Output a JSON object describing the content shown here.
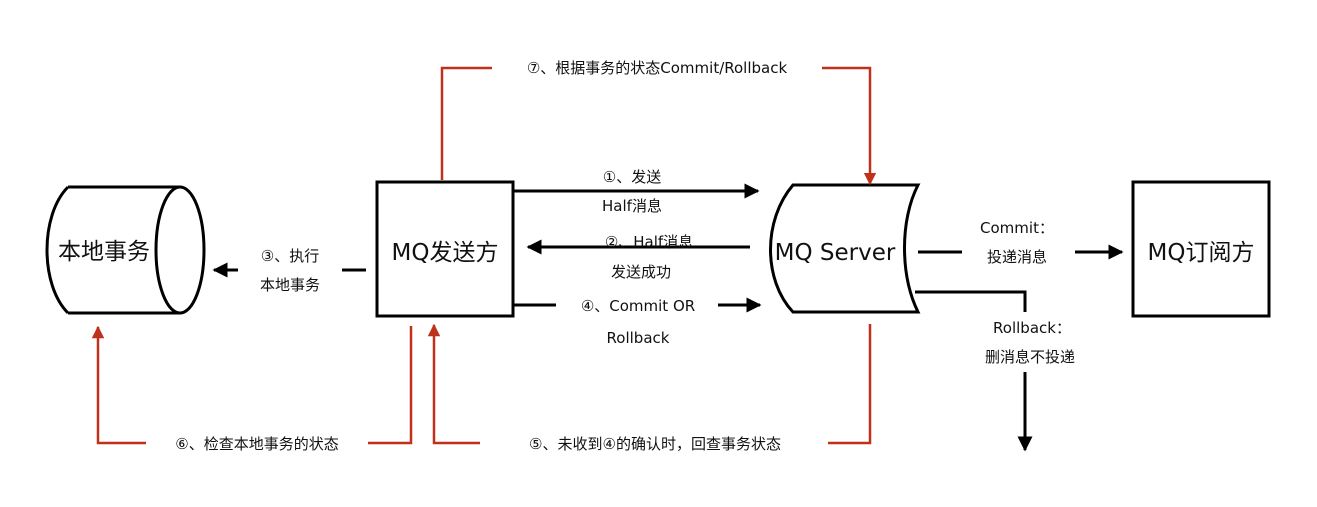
{
  "nodes": {
    "local_tx": "本地事务",
    "producer": "MQ发送方",
    "server": "MQ Server",
    "consumer": "MQ订阅方"
  },
  "steps": {
    "s1_line1": "①、发送",
    "s1_line2": "Half消息",
    "s2_line1": "②、Half消息",
    "s2_line2": "发送成功",
    "s3_line1": "③、执行",
    "s3_line2": "本地事务",
    "s4_line1": "④、Commit OR",
    "s4_line2": "Rollback",
    "s5": "⑤、未收到④的确认时，回查事务状态",
    "s6": "⑥、检查本地事务的状态",
    "s7": "⑦、根据事务的状态Commit/Rollback"
  },
  "outcomes": {
    "commit_line1": "Commit：",
    "commit_line2": "投递消息",
    "rollback_line1": "Rollback：",
    "rollback_line2": "删消息不投递"
  },
  "colors": {
    "black": "#000000",
    "red": "#c0311c"
  }
}
